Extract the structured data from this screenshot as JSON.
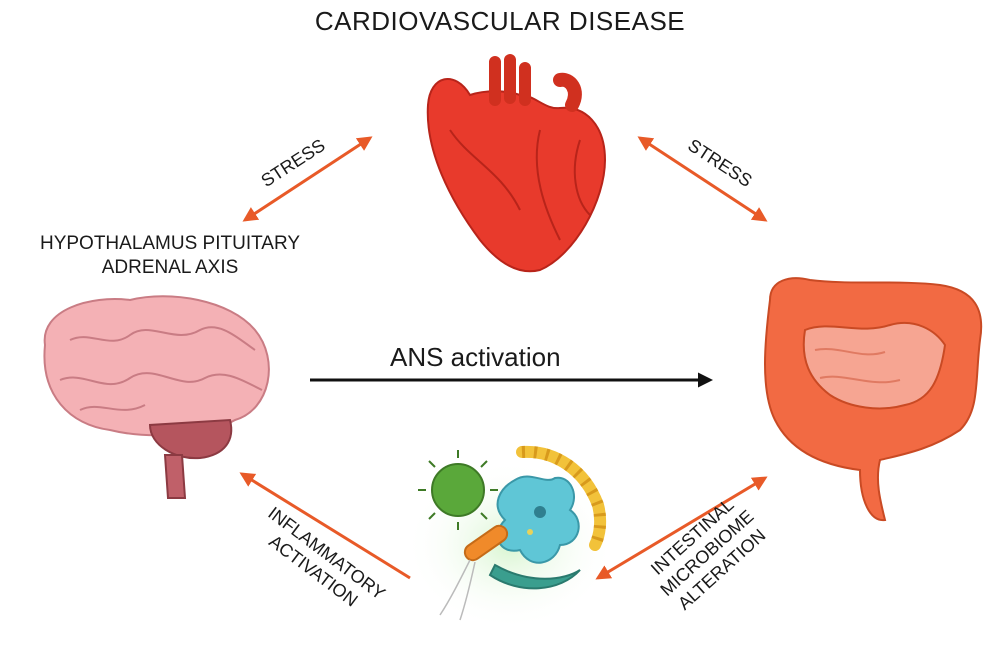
{
  "title": "CARDIOVASCULAR DISEASE",
  "hpa_label": {
    "line1": "HYPOTHALAMUS PITUITARY",
    "line2": "ADRENAL AXIS"
  },
  "ans_label": "ANS activation",
  "stress_left": "STRESS",
  "stress_right": "STRESS",
  "inflammatory": {
    "line1": "INFLAMMATORY",
    "line2": "ACTIVATION"
  },
  "intestinal": {
    "line1": "INTESTINAL",
    "line2": "MICROBIOME",
    "line3": "ALTERATION"
  },
  "colors": {
    "heart": "#e83a2c",
    "brain": "#f4b1b5",
    "intestine": "#f26a43",
    "arrow_orange": "#e85a28",
    "arrow_black": "#111111"
  },
  "icons": [
    "heart-icon",
    "brain-icon",
    "intestine-icon",
    "virus-icon",
    "amoeba-icon",
    "bacteria-icon"
  ]
}
